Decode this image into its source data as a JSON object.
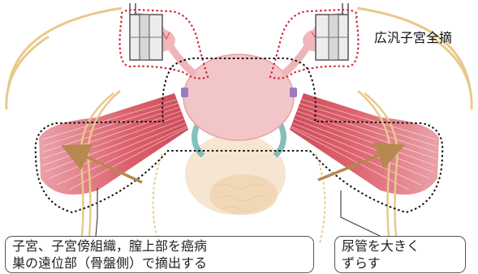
{
  "title": "広汎子宮全摘",
  "callouts": {
    "left": {
      "line1": "子宮、子宮傍組織，膣上部を癌病",
      "line2": "巣の遠位部（骨盤側）で摘出する"
    },
    "right": {
      "line1": "尿管を大きく",
      "line2": "ずらす"
    }
  },
  "colors": {
    "uterus": "#f2c6c8",
    "ligament": "#d9535f",
    "ureter": "#e8c98a",
    "arrow": "#b5894f",
    "dotted_outline": "#111111",
    "red_dotted_outline": "#d12b3a",
    "vessel_teal": "#6fb5b0"
  },
  "icons": {
    "left_clamp": "surgical-clamp-icon",
    "right_clamp": "surgical-clamp-icon"
  }
}
